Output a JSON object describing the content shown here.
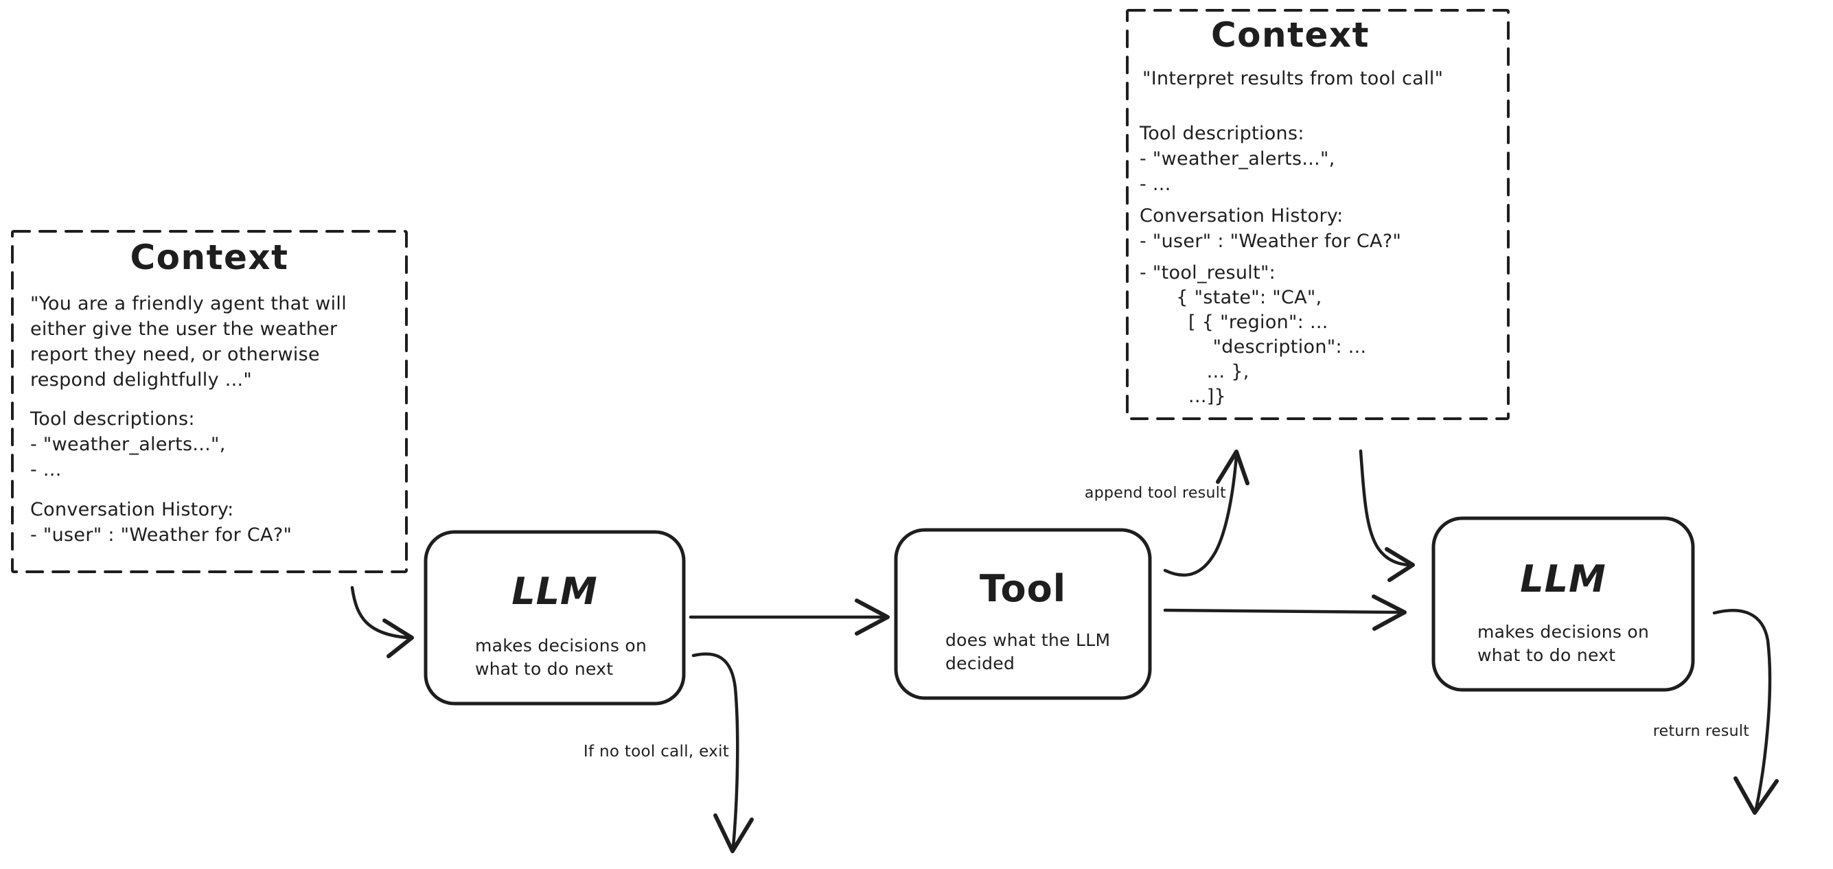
{
  "colors": {
    "stroke": "#1e1e1e",
    "background": "#ffffff"
  },
  "context_left": {
    "title": "Context",
    "system_prompt": "\"You are a friendly agent that will\neither give the user the weather\nreport they need, or otherwise\nrespond delightfully ...\"",
    "tool_descriptions": "Tool descriptions:\n- \"weather_alerts...\",\n- ...",
    "conversation_history": "Conversation History:\n- \"user\" : \"Weather for CA?\""
  },
  "context_top": {
    "title": "Context",
    "system_prompt": "\"Interpret results from tool call\"",
    "tool_descriptions": "Tool descriptions:\n- \"weather_alerts...\",\n- ...",
    "conversation_history": "Conversation History:\n- \"user\" : \"Weather for CA?\"",
    "tool_result": "- \"tool_result\":\n      { \"state\": \"CA\",\n        [ { \"region\": ...\n            \"description\": ...\n           ... },\n        ...]}"
  },
  "nodes": {
    "llm1": {
      "title": "LLM",
      "desc": "makes decisions on\nwhat to do next"
    },
    "tool": {
      "title": "Tool",
      "desc": "does what the LLM\ndecided"
    },
    "llm2": {
      "title": "LLM",
      "desc": "makes decisions on\nwhat to do next"
    }
  },
  "labels": {
    "append_tool_result": "append tool result",
    "if_no_tool_call": "If no tool call, exit",
    "return_result": "return result"
  },
  "edges": [
    {
      "from": "context-left",
      "to": "llm-1",
      "label": ""
    },
    {
      "from": "llm-1",
      "to": "tool",
      "label": ""
    },
    {
      "from": "tool",
      "to": "context-top",
      "label": "append tool result"
    },
    {
      "from": "context-top",
      "to": "llm-2",
      "label": ""
    },
    {
      "from": "tool",
      "to": "llm-2",
      "label": ""
    },
    {
      "from": "llm-1",
      "to": "exit",
      "label": "If no tool call, exit"
    },
    {
      "from": "llm-2",
      "to": "output",
      "label": "return result"
    }
  ]
}
